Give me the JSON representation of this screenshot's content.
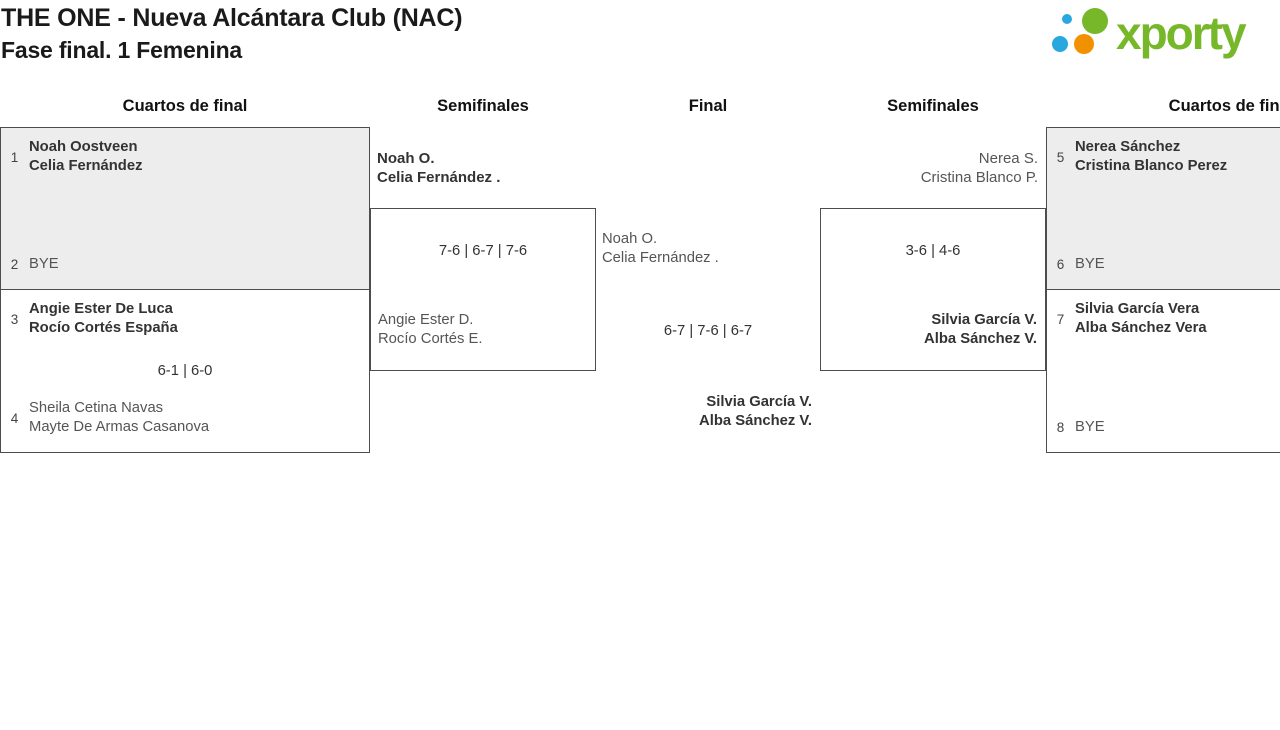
{
  "title": "THE ONE - Nueva Alcántara Club (NAC)",
  "subtitle": "Fase final. 1 Femenina",
  "logo": {
    "text": "xporty"
  },
  "colors": {
    "brand-green": "#76b82a",
    "brand-blue": "#29a8df",
    "brand-orange": "#f29100",
    "box-gray": "#ededed",
    "box-border": "#4d4d4d",
    "text-dark": "#333333",
    "text-regular": "#555555"
  },
  "headers": {
    "qf_left": "Cuartos de final",
    "sf_left": "Semifinales",
    "final": "Final",
    "sf_right": "Semifinales",
    "qf_right": "Cuartos de final"
  },
  "qf_left": {
    "m1": {
      "seed_top": "1",
      "top_line1": "Noah Oostveen",
      "top_line2": "Celia Fernández",
      "seed_bottom": "2",
      "bottom_line1": "BYE"
    },
    "m2": {
      "seed_top": "3",
      "top_line1": "Angie Ester De Luca",
      "top_line2": "Rocío Cortés España",
      "score": "6-1 | 6-0",
      "seed_bottom": "4",
      "bottom_line1": "Sheila Cetina Navas",
      "bottom_line2": "Mayte De Armas Casanova"
    }
  },
  "sf_left": {
    "winner_line1": "Noah O.",
    "winner_line2": "Celia Fernández .",
    "score": "7-6 | 6-7 | 7-6",
    "loser_line1": "Angie Ester D.",
    "loser_line2": "Rocío Cortés E."
  },
  "final": {
    "team1_line1": "Noah O.",
    "team1_line2": "Celia Fernández .",
    "score": "6-7 | 7-6 | 6-7",
    "team2_line1": "Silvia García V.",
    "team2_line2": "Alba Sánchez V."
  },
  "sf_right": {
    "top_line1": "Nerea S.",
    "top_line2": "Cristina Blanco P.",
    "score": "3-6 | 4-6",
    "winner_line1": "Silvia García V.",
    "winner_line2": "Alba Sánchez V."
  },
  "qf_right": {
    "m1": {
      "seed_top": "5",
      "top_line1": "Nerea Sánchez",
      "top_line2": "Cristina Blanco Perez",
      "seed_bottom": "6",
      "bottom_line1": "BYE"
    },
    "m2": {
      "seed_top": "7",
      "top_line1": "Silvia García Vera",
      "top_line2": "Alba Sánchez Vera",
      "seed_bottom": "8",
      "bottom_line1": "BYE"
    }
  }
}
